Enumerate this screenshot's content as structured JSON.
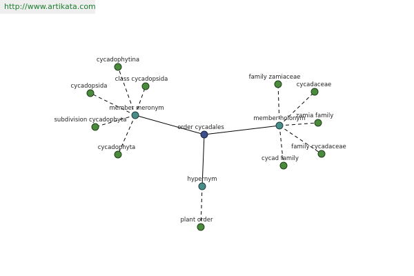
{
  "watermark": {
    "text": "http://www.artikata.com"
  },
  "colors": {
    "leaf": "#4a8a3c",
    "relation": "#4a8c8a",
    "root": "#3c4f8a"
  },
  "graph": {
    "root": "order cycadales",
    "relations": {
      "meronym": "member meronym",
      "holonym": "member holonym",
      "hypernym": "hypernym"
    },
    "meronym_terms": {
      "cycadophytina": "cycadophytina",
      "class_cycadopsida": "class cycadopsida",
      "cycadopsida": "cycadopsida",
      "subdivision_cycadophyta": "subdivision cycadophyta",
      "cycadophyta": "cycadophyta"
    },
    "holonym_terms": {
      "family_zamiaceae": "family zamiaceae",
      "cycadaceae": "cycadaceae",
      "zamia_family": "zamia family",
      "family_cycadaceae": "family cycadaceae",
      "cycad_family": "cycad family"
    },
    "hypernym_terms": {
      "plant_order": "plant order"
    }
  }
}
